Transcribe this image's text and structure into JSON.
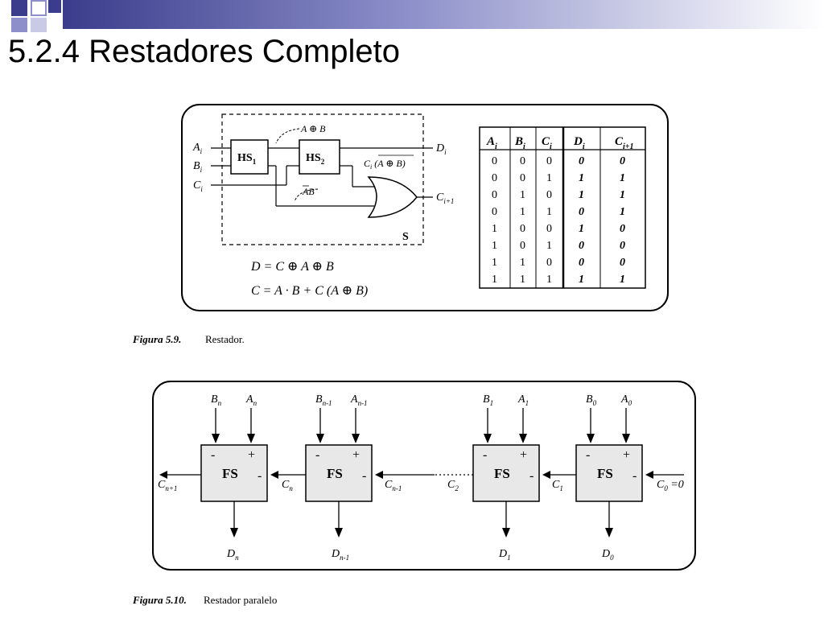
{
  "slide": {
    "title": "5.2.4 Restadores Completo"
  },
  "figure_1": {
    "caption_label": "Figura 5.9.",
    "caption_text": "Restador.",
    "labels": {
      "a_in": "A",
      "b_in": "B",
      "c_in": "C",
      "d_out": "D",
      "c_out": "C",
      "hs1": "HS",
      "hs2": "HS",
      "xor_note": "A ⊕ B",
      "ci_note": "C",
      "ci_note_paren": "(A ⊕ B)",
      "ab_note": "AB",
      "block_label": "S"
    },
    "equations": {
      "eq1": "D = C ⊕ A ⊕ B",
      "eq2": "C = A · B + C (A ⊕ B)"
    },
    "truth_table": {
      "headers": [
        "A",
        "B",
        "C",
        "D",
        "C"
      ],
      "header_subscripts": [
        "i",
        "i",
        "i",
        "i",
        "i+1"
      ],
      "rows": [
        [
          "0",
          "0",
          "0",
          "0",
          "0"
        ],
        [
          "0",
          "0",
          "1",
          "1",
          "1"
        ],
        [
          "0",
          "1",
          "0",
          "1",
          "1"
        ],
        [
          "0",
          "1",
          "1",
          "0",
          "1"
        ],
        [
          "1",
          "0",
          "0",
          "1",
          "0"
        ],
        [
          "1",
          "0",
          "1",
          "0",
          "0"
        ],
        [
          "1",
          "1",
          "0",
          "0",
          "0"
        ],
        [
          "1",
          "1",
          "1",
          "1",
          "1"
        ]
      ]
    }
  },
  "figure_2": {
    "caption_label": "Figura 5.10.",
    "caption_text": "Restador paralelo",
    "block_label": "FS",
    "plus": "+",
    "minus": "-",
    "stages": [
      {
        "b": "B",
        "b_sub": "n",
        "a": "A",
        "a_sub": "n",
        "d": "D",
        "d_sub": "n"
      },
      {
        "b": "B",
        "b_sub": "n-1",
        "a": "A",
        "a_sub": "n-1",
        "d": "D",
        "d_sub": "n-1"
      },
      {
        "b": "B",
        "b_sub": "1",
        "a": "A",
        "a_sub": "1",
        "d": "D",
        "d_sub": "1"
      },
      {
        "b": "B",
        "b_sub": "0",
        "a": "A",
        "a_sub": "0",
        "d": "D",
        "d_sub": "0"
      }
    ],
    "carries": [
      {
        "c": "C",
        "sub": "n+1"
      },
      {
        "c": "C",
        "sub": "n"
      },
      {
        "c": "C",
        "sub": "n-1"
      },
      {
        "c": "C",
        "sub": "2"
      },
      {
        "c": "C",
        "sub": "1"
      },
      {
        "c": "C",
        "sub": "0",
        "suffix": " =0"
      }
    ]
  },
  "colors": {
    "deco_dark": "#3b3c8c",
    "deco_mid": "#8c8fc9",
    "deco_light": "#c8cae6",
    "block_fill": "#e8e8e8"
  }
}
